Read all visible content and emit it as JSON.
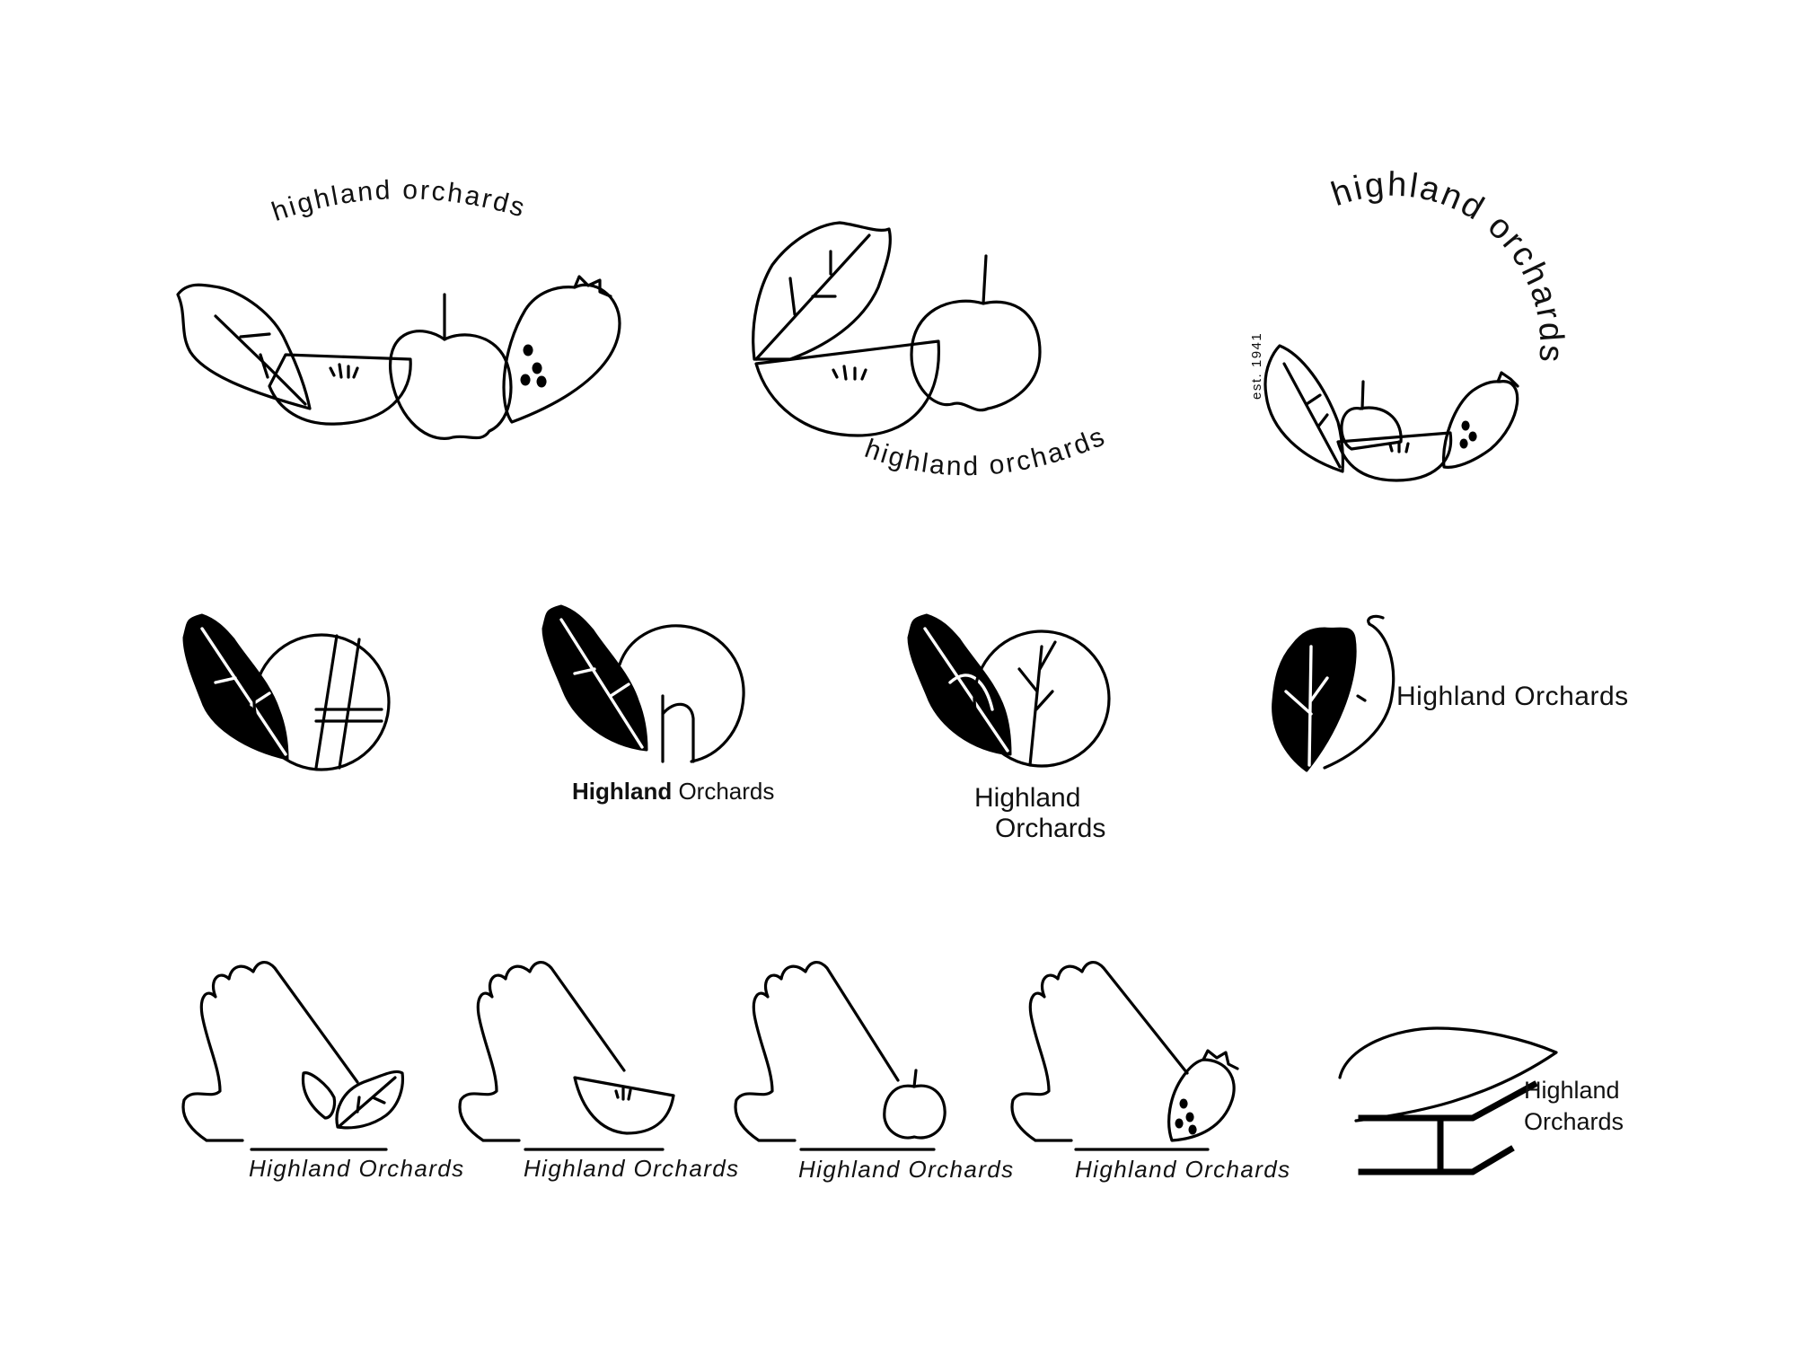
{
  "palette": {
    "ink": "#000000",
    "paper": "#ffffff"
  },
  "logos": {
    "arc_fruits": {
      "wordmark": "highland orchards"
    },
    "leaf_apple": {
      "wordmark": "highland orchards"
    },
    "circle_badge": {
      "wordmark": "highland orchards",
      "est": "est. 1941"
    },
    "hm_circle_h": {
      "wordmark": ""
    },
    "hm_lowercase_h": {
      "wordmark_bold": "Highland",
      "wordmark_light": "Orchards"
    },
    "hm_tree": {
      "line1": "Highland",
      "line2": "Orchards"
    },
    "hm_apple_side": {
      "wordmark": "Highland Orchards"
    },
    "hand_leaves": {
      "wordmark": "Highland Orchards"
    },
    "hand_slice": {
      "wordmark": "Highland Orchards"
    },
    "hand_apple": {
      "wordmark": "Highland Orchards"
    },
    "hand_berry": {
      "wordmark": "Highland Orchards"
    },
    "arch_h": {
      "line1": "Highland",
      "line2": "Orchards"
    }
  }
}
